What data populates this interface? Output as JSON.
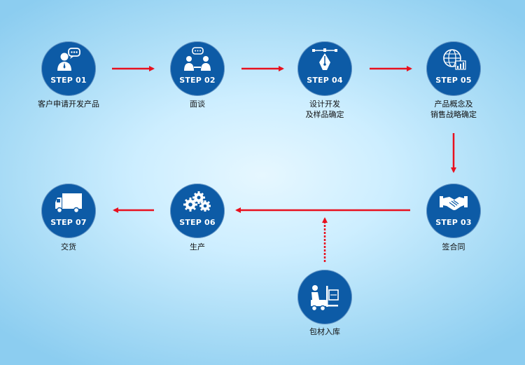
{
  "steps": [
    {
      "id": "step01",
      "badge": "STEP 01",
      "label_lines": [
        "客户申请开发产品"
      ],
      "icon": "customer-chat-icon"
    },
    {
      "id": "step02",
      "badge": "STEP 02",
      "label_lines": [
        "面谈"
      ],
      "icon": "meeting-icon"
    },
    {
      "id": "step04",
      "badge": "STEP 04",
      "label_lines": [
        "设计开发",
        "及样品确定"
      ],
      "icon": "pen-tool-icon"
    },
    {
      "id": "step05",
      "badge": "STEP 05",
      "label_lines": [
        "产品概念及",
        "销售战略确定"
      ],
      "icon": "globe-chart-icon"
    },
    {
      "id": "step03",
      "badge": "STEP 03",
      "label_lines": [
        "签合同"
      ],
      "icon": "handshake-icon"
    },
    {
      "id": "step06",
      "badge": "STEP 06",
      "label_lines": [
        "生产"
      ],
      "icon": "gears-icon"
    },
    {
      "id": "step07",
      "badge": "STEP 07",
      "label_lines": [
        "交货"
      ],
      "icon": "truck-icon"
    },
    {
      "id": "packaging",
      "badge": "",
      "label_lines": [
        "包材入库"
      ],
      "icon": "forklift-icon"
    }
  ],
  "colors": {
    "node": "#0d5ba6",
    "arrow": "#e8101e",
    "label": "#111111"
  }
}
